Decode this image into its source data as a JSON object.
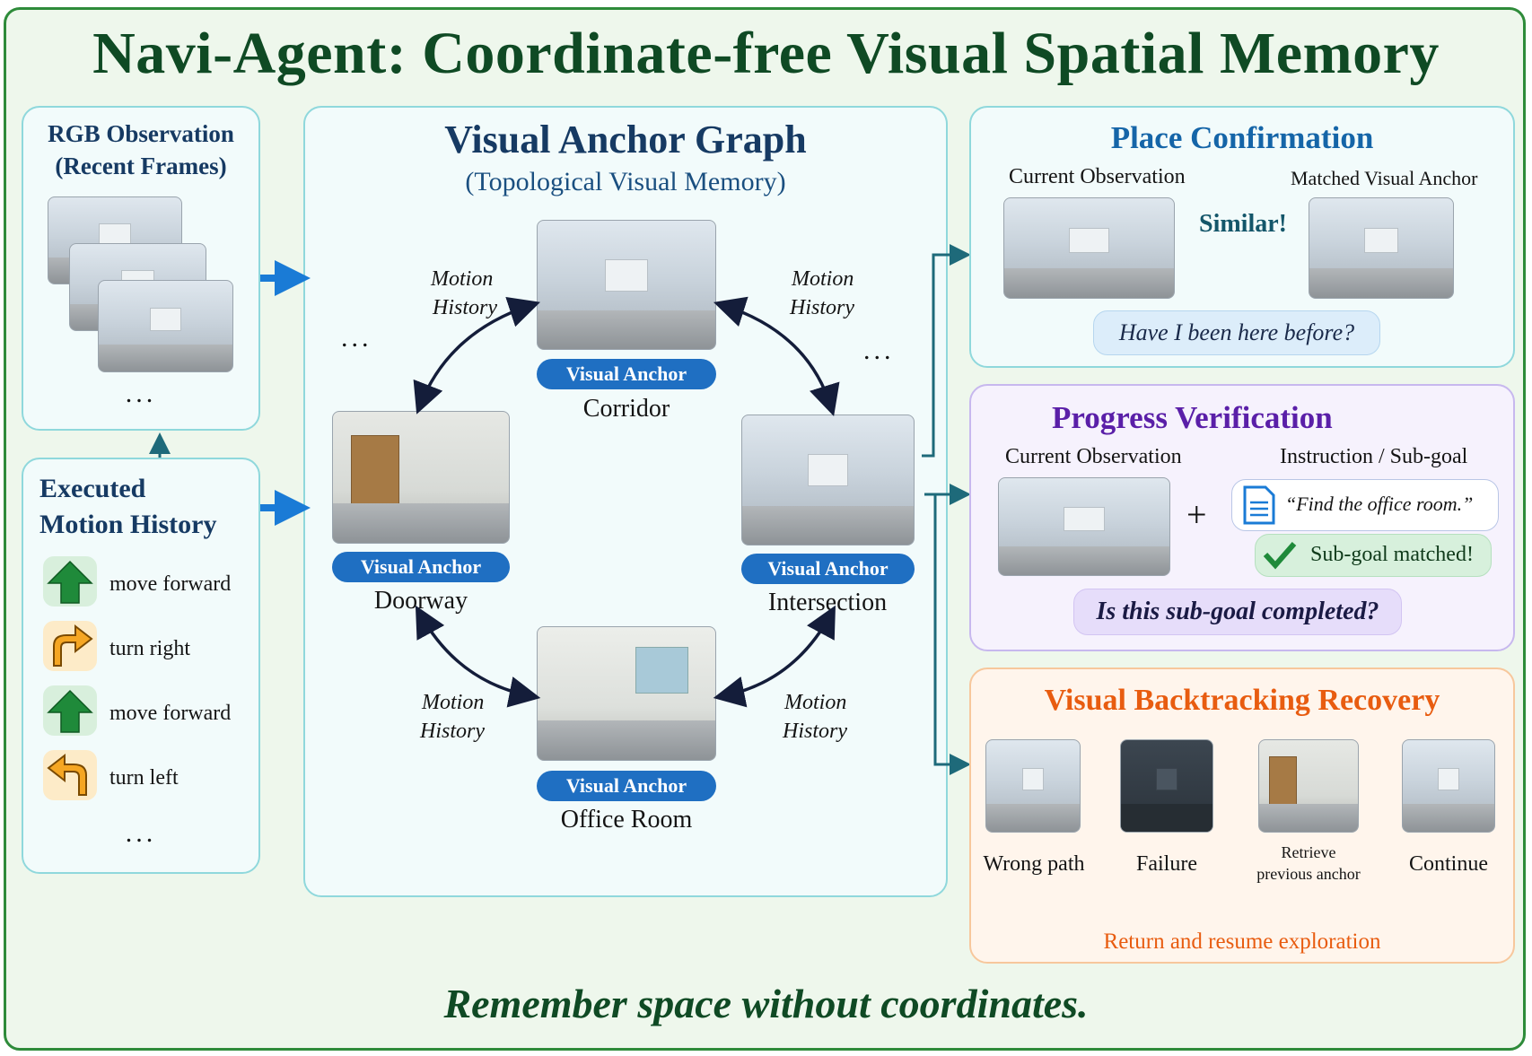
{
  "title": "Navi-Agent: Coordinate-free Visual Spatial Memory",
  "footer": "Remember space without coordinates.",
  "rgb_panel": {
    "title_line1": "RGB Observation",
    "title_line2": "(Recent Frames)",
    "ellipsis": "..."
  },
  "motion_panel": {
    "title_line1": "Executed",
    "title_line2": "Motion History",
    "items": [
      {
        "label": "move forward",
        "icon": "up-arrow-icon",
        "color": "#1f8a3a"
      },
      {
        "label": "turn right",
        "icon": "turn-right-icon",
        "color": "#f5a623"
      },
      {
        "label": "move forward",
        "icon": "up-arrow-icon",
        "color": "#1f8a3a"
      },
      {
        "label": "turn left",
        "icon": "turn-left-icon",
        "color": "#f5a623"
      }
    ],
    "ellipsis": "..."
  },
  "graph": {
    "title": "Visual Anchor Graph",
    "subtitle": "(Topological Visual Memory)",
    "badge": "Visual Anchor",
    "nodes": {
      "corridor": "Corridor",
      "doorway": "Doorway",
      "intersection": "Intersection",
      "office": "Office Room"
    },
    "edge_label_line1": "Motion",
    "edge_label_line2": "History",
    "ellipsis": "..."
  },
  "place": {
    "title": "Place Confirmation",
    "left_caption": "Current Observation",
    "right_caption": "Matched Visual Anchor",
    "similar": "Similar!",
    "question": "Have I been here before?"
  },
  "progress": {
    "title": "Progress Verification",
    "left_caption": "Current Observation",
    "right_caption": "Instruction / Sub-goal",
    "plus": "+",
    "instruction": "“Find the office room.”",
    "matched": "Sub-goal matched!",
    "question": "Is this sub-goal completed?"
  },
  "recovery": {
    "title": "Visual Backtracking Recovery",
    "steps": [
      "Wrong path",
      "Failure",
      "Continue"
    ],
    "retrieve_line1": "Retrieve",
    "retrieve_line2": "previous anchor",
    "return_label": "Return and resume exploration"
  },
  "colors": {
    "title_green": "#0f4a24",
    "navy": "#163a63",
    "place_blue": "#1565a8",
    "progress_purple": "#5a1fa8",
    "recovery_orange": "#e85c10",
    "accent_blue": "#1a7bd6"
  }
}
